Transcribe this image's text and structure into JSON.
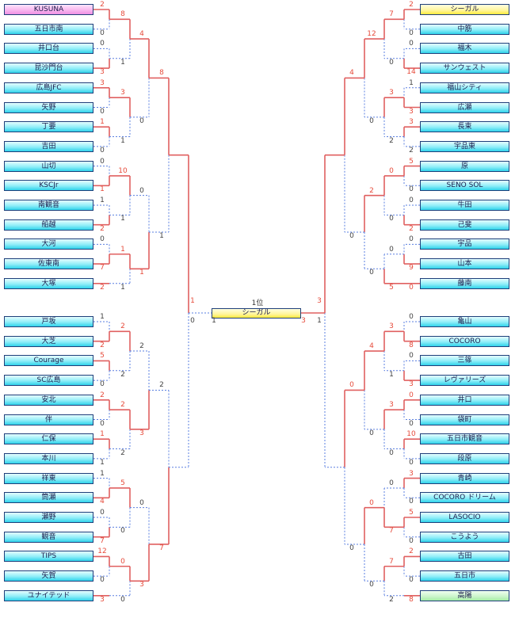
{
  "final": {
    "rank_label": "1位",
    "champion": "シーガル",
    "left_score_top": "1",
    "left_score_bottom": "0",
    "left_sub": "1",
    "right_score_top": "3",
    "right_score_bottom": "1",
    "right_sub": "3"
  },
  "left_top": {
    "teams": [
      "KUSUNA",
      "五日市南",
      "井口台",
      "昆沙門台",
      "広島JFC",
      "矢野",
      "丁要",
      "吉田",
      "山切",
      "KSCJr",
      "南観音",
      "船越",
      "大河",
      "佐東南",
      "大塚"
    ],
    "r1_scores": [
      "2",
      "0",
      "0",
      "3",
      "3",
      "0",
      "1",
      "0",
      "0",
      "1",
      "1",
      "2",
      "0",
      "7",
      "2"
    ],
    "r2_scores": [
      "8",
      "1",
      "3",
      "1",
      "10",
      "1",
      "1"
    ],
    "r3_scores": [
      "4",
      "0",
      "0",
      "1"
    ],
    "r4_scores": [
      "8",
      "1"
    ]
  },
  "left_bottom": {
    "teams": [
      "戸坂",
      "大芝",
      "Courage",
      "SC広島",
      "安北",
      "伴",
      "仁保",
      "本川",
      "祥東",
      "筒瀬",
      "瀬野",
      "観音",
      "TIPS",
      "矢賀",
      "ユナイテッド"
    ],
    "r1_scores": [
      "1",
      "2",
      "5",
      "0",
      "2",
      "0",
      "1",
      "1",
      "1",
      "4",
      "0",
      "7",
      "12",
      "0",
      "3"
    ],
    "r2_scores": [
      "2",
      "2",
      "2",
      "2",
      "5",
      "0",
      "0"
    ],
    "r3_scores": [
      "2",
      "3",
      "0",
      "3"
    ],
    "r4_scores": [
      "2",
      "7"
    ]
  },
  "right_top": {
    "teams": [
      "シーガル",
      "中筋",
      "福木",
      "サンウェスト",
      "福山シティ",
      "広瀬",
      "長束",
      "宇品東",
      "原",
      "SENO SOL",
      "牛田",
      "己斐",
      "宇品",
      "山本",
      "藤南"
    ],
    "r1_scores": [
      "2",
      "0",
      "0",
      "14",
      "1",
      "3",
      "3",
      "2",
      "5",
      "0",
      "0",
      "2",
      "0",
      "9",
      "0"
    ],
    "r2_scores": [
      "7",
      "0",
      "3",
      "2",
      "0",
      "0",
      "5"
    ],
    "r3_scores": [
      "12",
      "0",
      "2",
      "0"
    ],
    "r4_scores": [
      "4",
      "0"
    ]
  },
  "right_bottom": {
    "teams": [
      "亀山",
      "COCORO",
      "三篠",
      "レヴァリーズ",
      "井口",
      "袋町",
      "五日市観音",
      "段原",
      "青崎",
      "COCORO ドリーム",
      "LASOCIO",
      "こうよう",
      "古田",
      "五日市",
      "高陽"
    ],
    "r1_scores": [
      "0",
      "8",
      "0",
      "3",
      "0",
      "0",
      "10",
      "0",
      "3",
      "0",
      "5",
      "0",
      "2",
      "0",
      "8"
    ],
    "r2_scores": [
      "3",
      "1",
      "3",
      "0",
      "0",
      "7",
      "2"
    ],
    "r3_scores": [
      "4",
      "0",
      "0",
      "0"
    ],
    "r4_scores": [
      "0",
      "0"
    ]
  },
  "colors": {
    "win_line": "#e06060",
    "lose_line": "#5a7fe0",
    "win_score": "#e64b3b",
    "lose_score": "#444444",
    "team_border": "#1f3f7a"
  }
}
